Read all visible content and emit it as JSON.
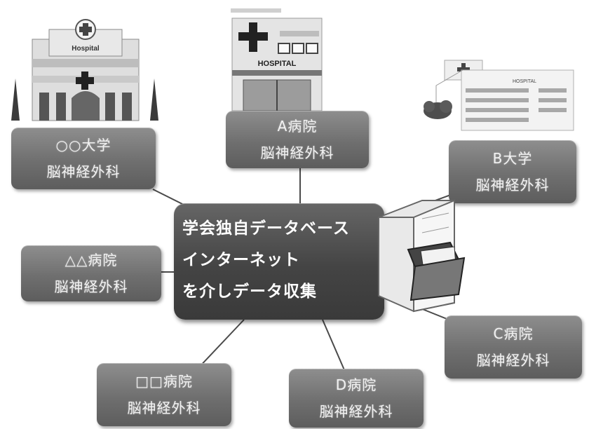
{
  "center": {
    "lines": [
      "学会独自データベース",
      "インターネット",
      "を介しデータ収集"
    ]
  },
  "nodes": {
    "univ_oo": {
      "name": "○○大学",
      "dept": "脳神経外科"
    },
    "hosp_a": {
      "name": "A病院",
      "dept": "脳神経外科"
    },
    "univ_b": {
      "name": "B大学",
      "dept": "脳神経外科"
    },
    "hosp_tri": {
      "name": "△△病院",
      "dept": "脳神経外科"
    },
    "hosp_c": {
      "name": "C病院",
      "dept": "脳神経外科"
    },
    "hosp_sq": {
      "name": "□□病院",
      "dept": "脳神経外科"
    },
    "hosp_d": {
      "name": "D病院",
      "dept": "脳神経外科"
    }
  },
  "icons": {
    "building_left_sign": "Hospital",
    "building_center_sign": "HOSPITAL",
    "building_right_sign": "HOSPITAL",
    "server": "server-icon",
    "folder": "folder-icon"
  }
}
